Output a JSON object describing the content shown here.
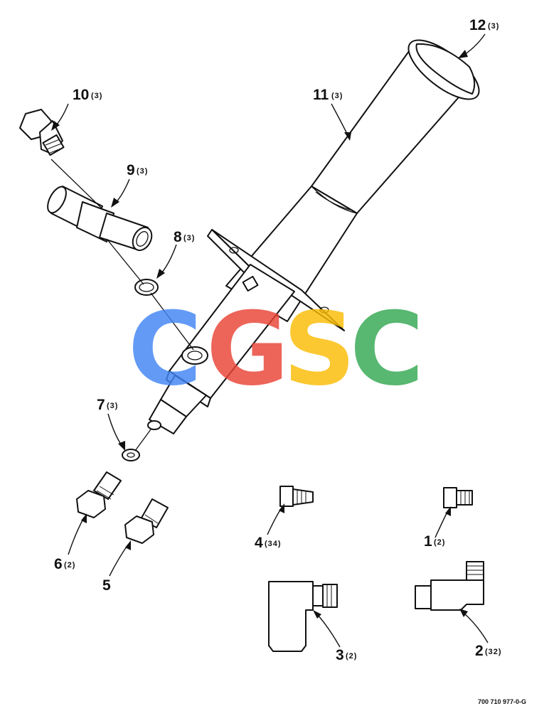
{
  "callouts": [
    {
      "num": "1",
      "qty": "(2)"
    },
    {
      "num": "2",
      "qty": "(32)"
    },
    {
      "num": "3",
      "qty": "(2)"
    },
    {
      "num": "4",
      "qty": "(34)"
    },
    {
      "num": "5",
      "qty": ""
    },
    {
      "num": "6",
      "qty": "(2)"
    },
    {
      "num": "7",
      "qty": "(3)"
    },
    {
      "num": "8",
      "qty": "(3)"
    },
    {
      "num": "9",
      "qty": "(3)"
    },
    {
      "num": "10",
      "qty": "(3)"
    },
    {
      "num": "11",
      "qty": "(3)"
    },
    {
      "num": "12",
      "qty": "(3)"
    }
  ],
  "drawing_number": "700 710 977-0-G",
  "watermark": {
    "letters": [
      "C",
      "G",
      "S",
      "C"
    ],
    "colors": [
      "#4285F4",
      "#EA4335",
      "#FBBC05",
      "#34A853"
    ]
  }
}
